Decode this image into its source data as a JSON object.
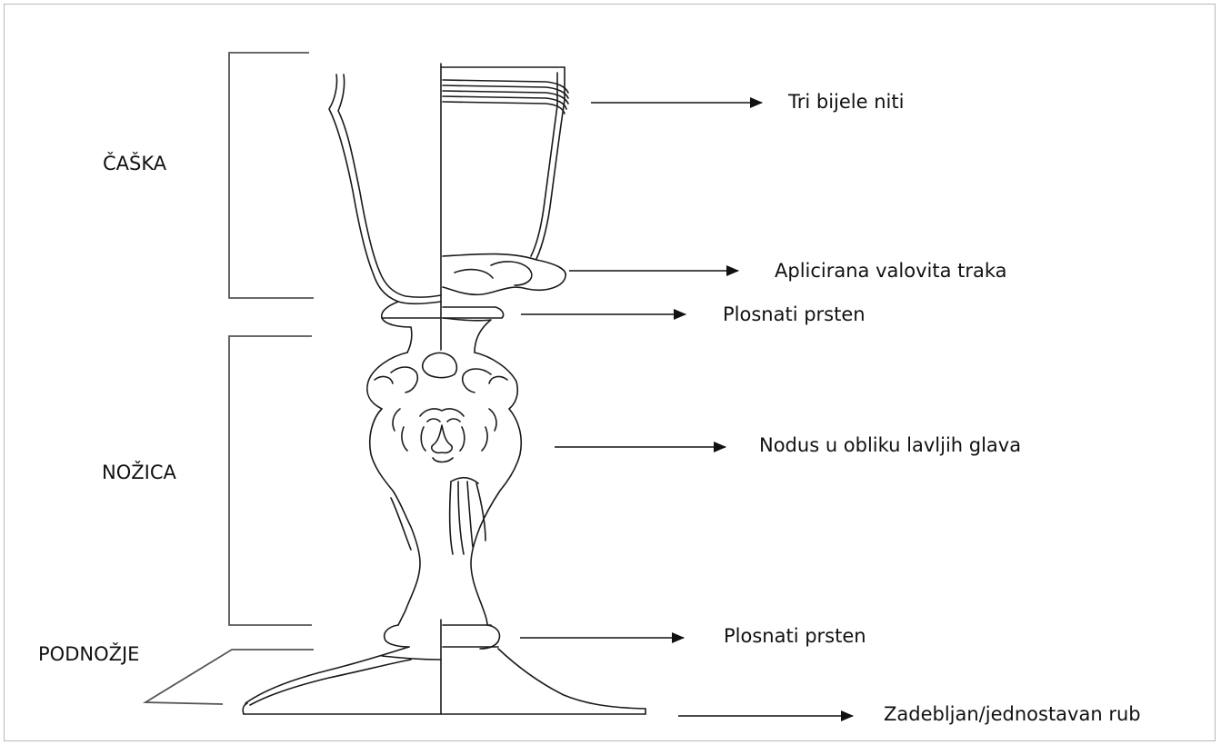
{
  "sections": {
    "caska": "ČAŠKA",
    "nozica": "NOŽICA",
    "podnozje": "PODNOŽJE"
  },
  "annotations": {
    "threads": "Tri bijele niti",
    "wavy_band": "Aplicirana valovita traka",
    "ring_upper": "Plosnati prsten",
    "nodus": "Nodus u obliku lavljih glava",
    "ring_lower": "Plosnati prsten",
    "rim": "Zadebljan/jednostavan rub"
  },
  "colors": {
    "line": "#1a1a1a",
    "bracket": "#555555"
  }
}
